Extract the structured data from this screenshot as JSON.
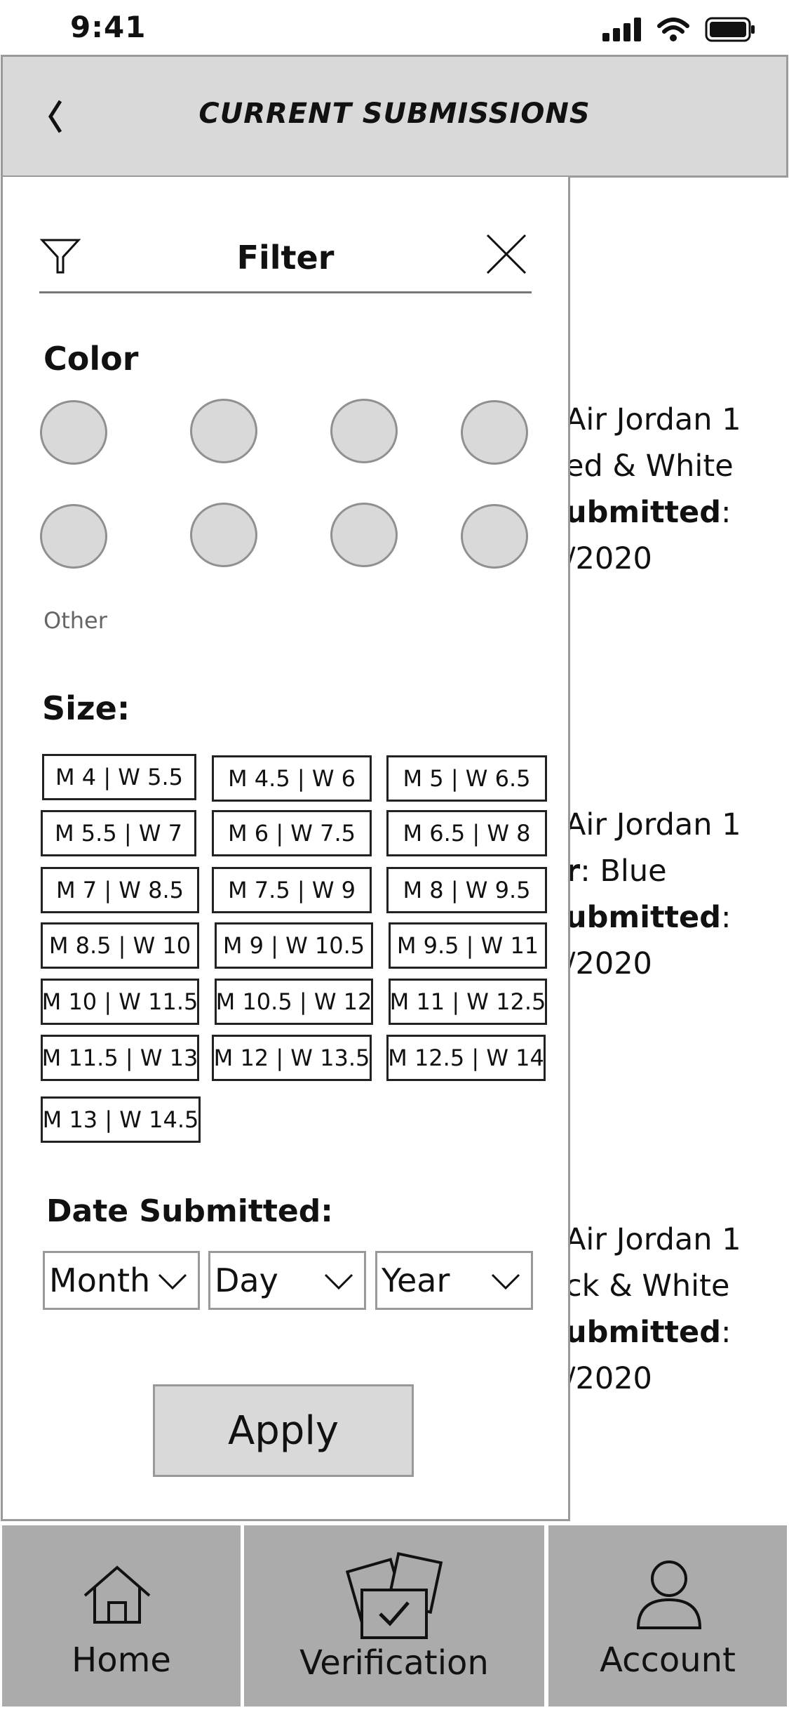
{
  "status": {
    "time": "9:41"
  },
  "header": {
    "title": "CURRENT SUBMISSIONS"
  },
  "list": [
    {
      "name": "Air Jordan 1",
      "detail": "ed & White",
      "submitted_label": "ubmitted",
      "date": "/2020"
    },
    {
      "name": "Air Jordan 1",
      "detail_label": "r",
      "detail_value": ": Blue",
      "submitted_label": "ubmitted",
      "date": "/2020"
    },
    {
      "name": "Air Jordan 1",
      "detail": "ck & White",
      "submitted_label": "ubmitted",
      "date": "/2020"
    }
  ],
  "filter": {
    "title": "Filter",
    "color_label": "Color",
    "other_label": "Other",
    "size_label": "Size:",
    "sizes": [
      "M 4 | W 5.5",
      "M 4.5 | W 6",
      "M 5 | W 6.5",
      "M 5.5 | W 7",
      "M 6 | W 7.5",
      "M 6.5 | W 8",
      "M 7 | W 8.5",
      "M 7.5 | W 9",
      "M 8 | W 9.5",
      "M 8.5 | W 10",
      "M 9 | W 10.5",
      "M 9.5 | W 11",
      "M 10 | W 11.5",
      "M 10.5 | W 12",
      "M 11 | W 12.5",
      "M 11.5 | W 13",
      "M 12 | W 13.5",
      "M 12.5 | W 14",
      "M 13 | W 14.5"
    ],
    "date_label": "Date Submitted:",
    "date_selects": {
      "month": "Month",
      "day": "Day",
      "year": "Year"
    },
    "apply_label": "Apply"
  },
  "tabs": {
    "home": "Home",
    "verification": "Verification",
    "account": "Account"
  },
  "icons": {
    "back": "chevron-left-icon",
    "filter": "funnel-icon",
    "close": "close-icon",
    "dropdown": "chevron-down-icon",
    "home": "house-icon",
    "verification": "photos-check-icon",
    "account": "person-icon"
  }
}
